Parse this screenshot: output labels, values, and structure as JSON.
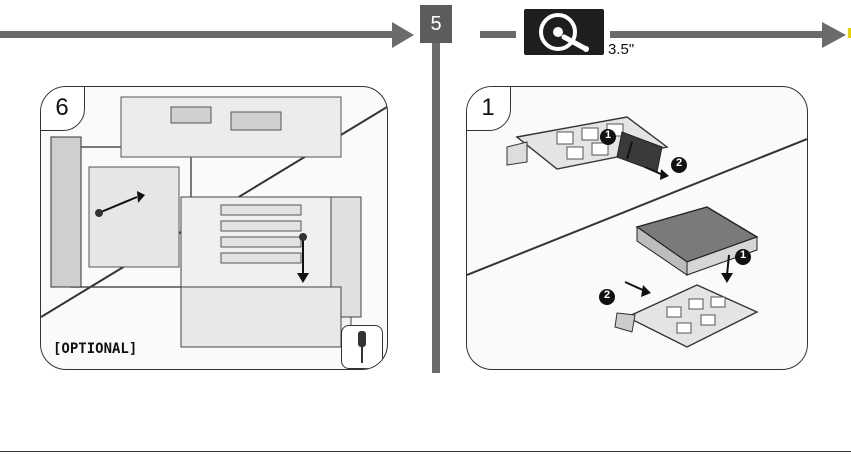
{
  "steps": {
    "step5": {
      "number": "5"
    },
    "hdd": {
      "size": "3.5\""
    },
    "panel6": {
      "number": "6",
      "note": "[OPTIONAL]"
    },
    "panel1": {
      "number": "1"
    },
    "callouts": [
      "1",
      "2"
    ]
  },
  "colors": {
    "bar": "#6b6b6b",
    "step_box": "#5c5c5c",
    "hdd_badge": "#1e1e1e",
    "accent_edge": "#e6d200"
  }
}
